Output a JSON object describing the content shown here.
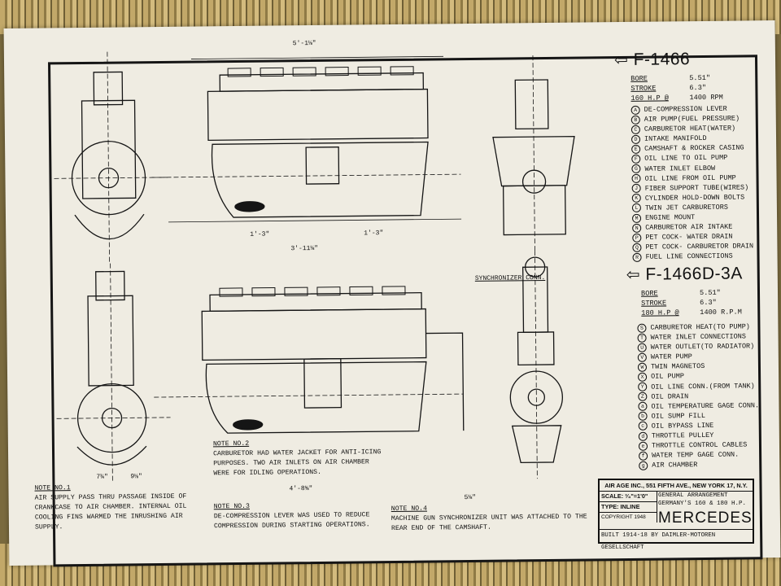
{
  "models": {
    "top": {
      "code": "F-1466",
      "specs": [
        {
          "k": "BORE",
          "v": "5.51\""
        },
        {
          "k": "STROKE",
          "v": "6.3\""
        },
        {
          "k": "160 H.P @",
          "v": "1400 RPM"
        }
      ]
    },
    "bottom": {
      "code": "F-1466D-3A",
      "specs": [
        {
          "k": "BORE",
          "v": "5.51\""
        },
        {
          "k": "STROKE",
          "v": "6.3\""
        },
        {
          "k": "180 H.P @",
          "v": "1400 R.P.M"
        }
      ]
    }
  },
  "legend_top": [
    {
      "c": "A",
      "t": "DE-COMPRESSION LEVER"
    },
    {
      "c": "B",
      "t": "AIR PUMP(FUEL PRESSURE)"
    },
    {
      "c": "C",
      "t": "CARBURETOR HEAT(WATER)"
    },
    {
      "c": "D",
      "t": "INTAKE MANIFOLD"
    },
    {
      "c": "E",
      "t": "CAMSHAFT & ROCKER CASING"
    },
    {
      "c": "F",
      "t": "OIL LINE TO OIL PUMP"
    },
    {
      "c": "G",
      "t": "WATER INLET ELBOW"
    },
    {
      "c": "H",
      "t": "OIL LINE FROM OIL PUMP"
    },
    {
      "c": "J",
      "t": "FIBER SUPPORT TUBE(WIRES)"
    },
    {
      "c": "K",
      "t": "CYLINDER HOLD-DOWN BOLTS"
    },
    {
      "c": "L",
      "t": "TWIN JET CARBURETORS"
    },
    {
      "c": "M",
      "t": "ENGINE MOUNT"
    },
    {
      "c": "N",
      "t": "CARBURETOR AIR INTAKE"
    },
    {
      "c": "P",
      "t": "PET COCK- WATER DRAIN"
    },
    {
      "c": "Q",
      "t": "PET COCK- CARBURETOR DRAIN"
    },
    {
      "c": "R",
      "t": "FUEL LINE CONNECTIONS"
    }
  ],
  "legend_bottom": [
    {
      "c": "S",
      "t": "CARBURETOR HEAT(TO PUMP)"
    },
    {
      "c": "T",
      "t": "WATER INLET CONNECTIONS"
    },
    {
      "c": "U",
      "t": "WATER OUTLET(TO RADIATOR)"
    },
    {
      "c": "V",
      "t": "WATER PUMP"
    },
    {
      "c": "W",
      "t": "TWIN MAGNETOS"
    },
    {
      "c": "X",
      "t": "OIL PUMP"
    },
    {
      "c": "Y",
      "t": "OIL LINE CONN.(FROM TANK)"
    },
    {
      "c": "Z",
      "t": "OIL DRAIN"
    },
    {
      "c": "a",
      "t": "OIL TEMPERATURE GAGE CONN."
    },
    {
      "c": "b",
      "t": "OIL SUMP FILL"
    },
    {
      "c": "c",
      "t": "OIL BYPASS LINE"
    },
    {
      "c": "d",
      "t": "THROTTLE PULLEY"
    },
    {
      "c": "e",
      "t": "THROTTLE CONTROL CABLES"
    },
    {
      "c": "f",
      "t": "WATER TEMP GAGE CONN."
    },
    {
      "c": "g",
      "t": "AIR CHAMBER"
    }
  ],
  "notes": {
    "n1": {
      "title": "NOTE NO.1",
      "body": "AIR SUPPLY PASS THRU PASSAGE INSIDE OF CRANKCASE TO AIR CHAMBER. INTERNAL OIL COOLING FINS WARMED THE INRUSHING AIR SUPPLY."
    },
    "n2": {
      "title": "NOTE NO.2",
      "body": "CARBURETOR HAD WATER JACKET FOR ANTI-ICING PURPOSES. TWO AIR INLETS ON AIR CHAMBER WERE FOR IDLING OPERATIONS."
    },
    "n3": {
      "title": "NOTE NO.3",
      "body": "DE-COMPRESSION LEVER WAS USED TO REDUCE COMPRESSION DURING STARTING OPERATIONS."
    },
    "n4": {
      "title": "NOTE NO.4",
      "body": "MACHINE GUN SYNCHRONIZER UNIT WAS ATTACHED TO THE REAR END OF THE CAMSHAFT."
    }
  },
  "labels": {
    "sync": "SYNCHRONIZER CONN."
  },
  "dims": {
    "top": "5'-1⅛\"",
    "d1": "3'-11⅛\"",
    "d2": "1'-3\"",
    "d3": "1'-3\"",
    "d4": "4'-8⅝\"",
    "d5": "5⅛\"",
    "d6": "7¾\"",
    "d7": "9⅛\""
  },
  "title_block": {
    "publisher": "AIR AGE INC., 551 FIFTH AVE., NEW YORK 17, N.Y.",
    "scale": "SCALE: ³⁄₄\"=1'0\"",
    "type": "TYPE: INLINE",
    "copyright": "COPYRIGHT 1948",
    "arrangement": "GENERAL ARRANGEMENT",
    "subtitle": "GERMANY'S 160 & 180 H.P.",
    "maker": "MERCEDES",
    "built": "BUILT 1914-18 BY DAIMLER-MOTOREN GESELLSCHAFT"
  }
}
